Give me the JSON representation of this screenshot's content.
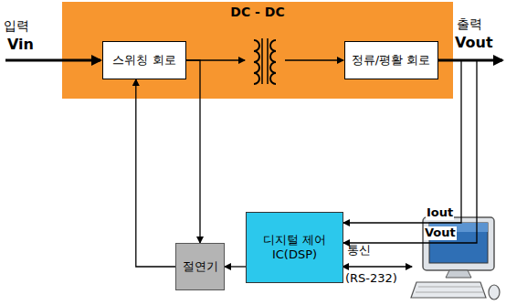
{
  "diagram": {
    "nodes": [
      {
        "text": [
          "DC - DC"
        ]
      },
      {
        "text": [
          "스위칭 회로"
        ],
        "in": 0
      },
      {
        "text": [
          "정류/평활 회로"
        ],
        "in": 0
      },
      {
        "text": [
          "절연기"
        ]
      },
      {
        "text": [
          "디지털 제어 IC(DSP)"
        ]
      }
    ],
    "edges": [
      {
        "from": 1,
        "to": 3,
        "arrow": "to"
      },
      {
        "from": 3,
        "to": 1,
        "arrow": "to"
      },
      {
        "from": 4,
        "to": 3,
        "arrow": "to"
      },
      {
        "from": 2,
        "to": 4,
        "label": "Iout",
        "arrow": "to"
      },
      {
        "from": 2,
        "to": 4,
        "label": "Vout",
        "arrow": "to"
      }
    ],
    "labels": [
      "입력",
      "Vin",
      "출력",
      "Vout",
      "통신",
      "(RS-232)"
    ]
  }
}
